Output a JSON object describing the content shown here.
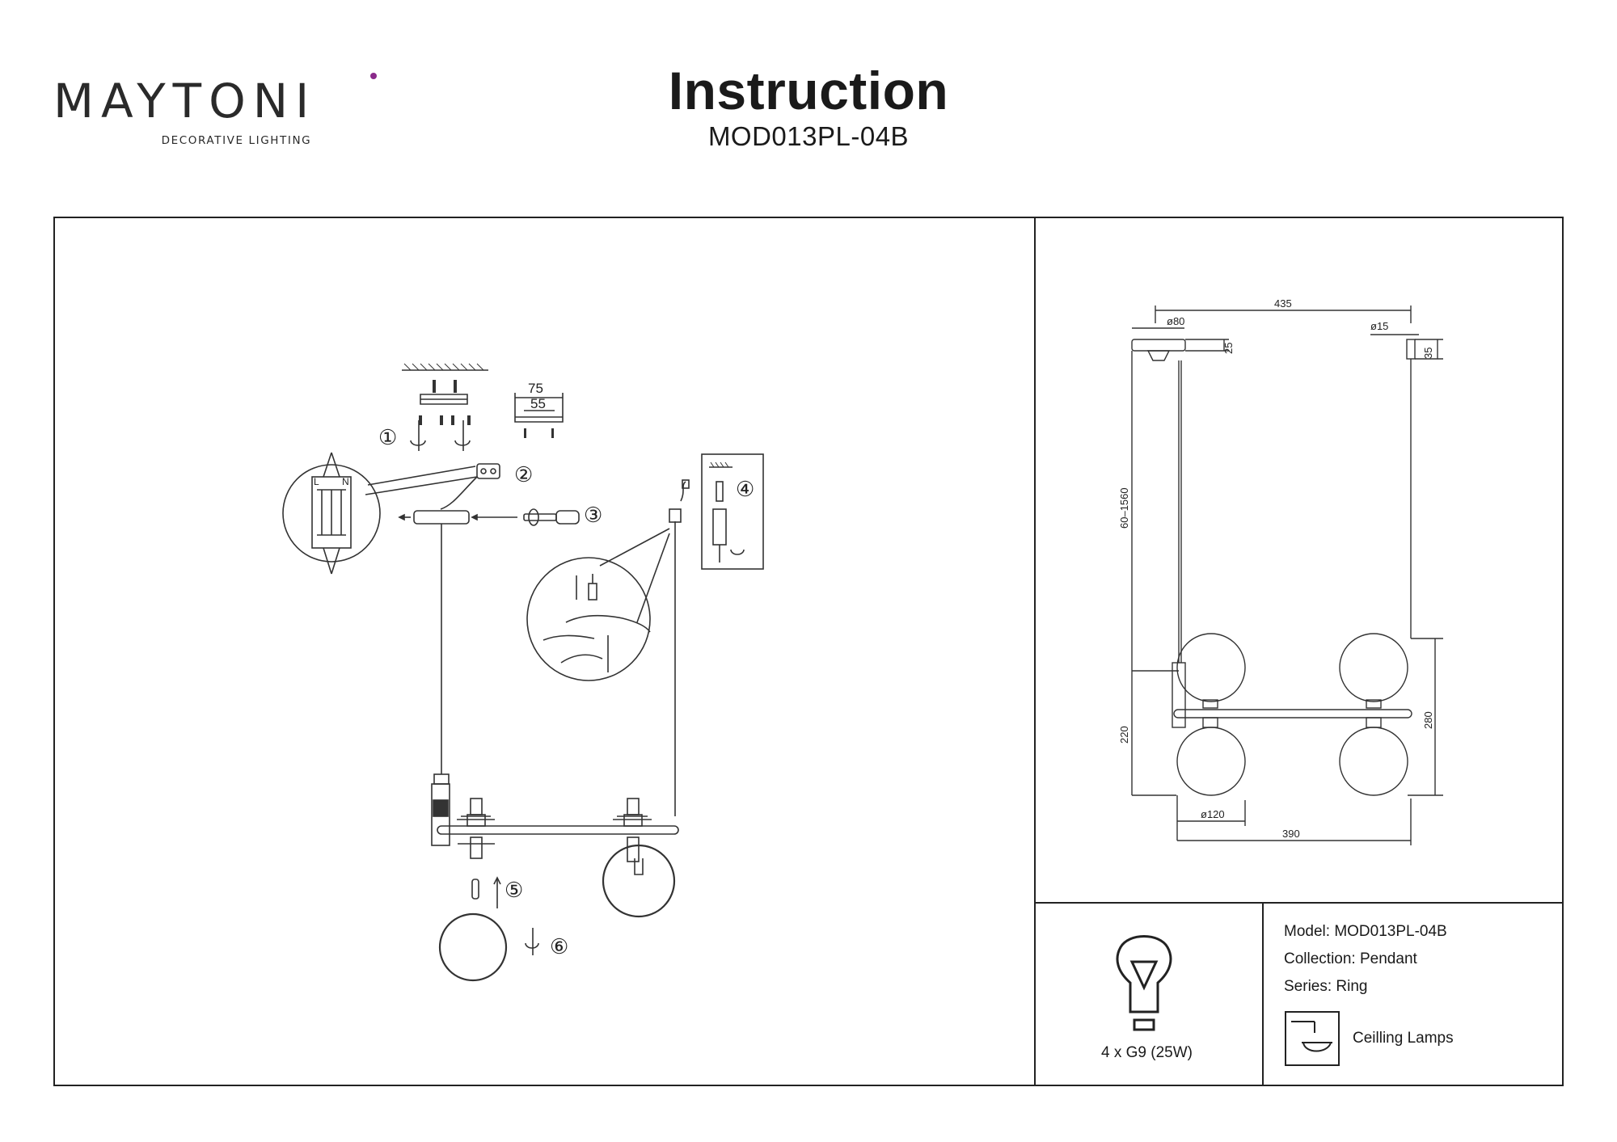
{
  "header": {
    "brand": "MAYTONI",
    "brand_tagline": "DECORATIVE LIGHTING",
    "title": "Instruction",
    "model_code": "MOD013PL-04B"
  },
  "assembly": {
    "step_labels": [
      "①",
      "②",
      "③",
      "④",
      "⑤",
      "⑥"
    ],
    "bracket_dims": [
      "75",
      "55"
    ],
    "terminal_labels": [
      "L",
      "N"
    ]
  },
  "dimensions": {
    "total_width": "435",
    "canopy_diameter": "ø80",
    "canopy_height": "25",
    "anchor_diameter": "ø15",
    "anchor_height": "35",
    "suspension_range": "60–1560",
    "body_height_left": "220",
    "body_height_right": "280",
    "shade_diameter": "ø120",
    "body_width": "390"
  },
  "specs": {
    "bulb": "4 x G9 (25W)",
    "model_label": "Model:",
    "model_value": "MOD013PL-04B",
    "collection_label": "Collection:",
    "collection_value": "Pendant",
    "series_label": "Series:",
    "series_value": "Ring",
    "category": "Ceilling Lamps"
  }
}
